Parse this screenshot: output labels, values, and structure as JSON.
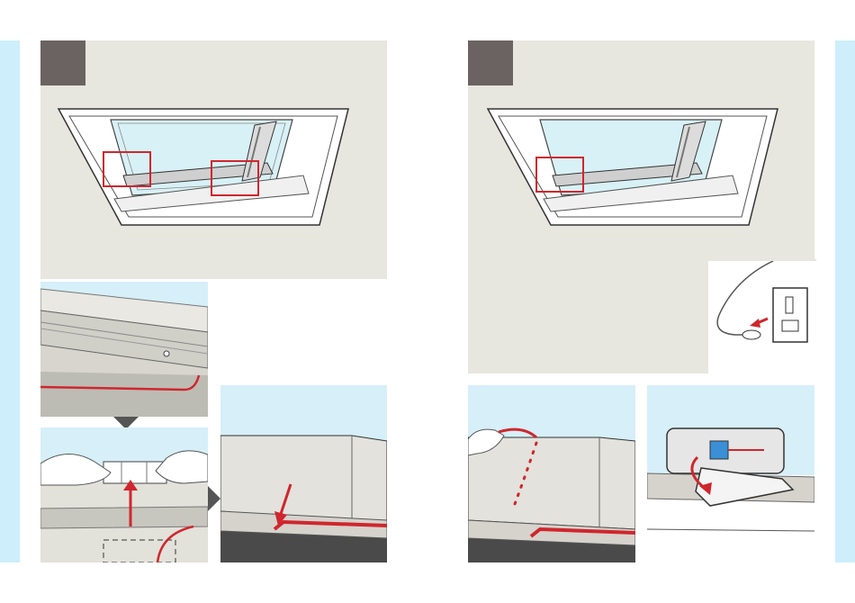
{
  "page": {
    "colors": {
      "side_strip": "#cdeefa",
      "panel": "#e7e6df",
      "step_box": "#6b6361",
      "highlight": "#d0262d",
      "sky": "#d6eff9"
    }
  },
  "left_page": {
    "step_box": {
      "label": ""
    },
    "overview": {
      "icon": "roof-window-icon",
      "highlights": 2
    },
    "details": [
      {
        "name": "detail-glazing-bar-cable",
        "icon": "glazing-bar-icon"
      },
      {
        "name": "detail-clip-hands",
        "icon": "hands-clip-icon"
      },
      {
        "name": "detail-cable-route",
        "icon": "cable-route-icon"
      }
    ],
    "arrows": [
      "down-triangle-icon",
      "right-triangle-icon"
    ]
  },
  "right_page": {
    "step_box": {
      "label": ""
    },
    "overview": {
      "icon": "roof-window-icon",
      "highlights": 1
    },
    "details": [
      {
        "name": "detail-mains-plug",
        "icon": "plug-socket-icon"
      },
      {
        "name": "detail-cable-hand",
        "icon": "cable-hand-icon"
      },
      {
        "name": "detail-junction-box",
        "icon": "junction-box-icon"
      }
    ]
  }
}
